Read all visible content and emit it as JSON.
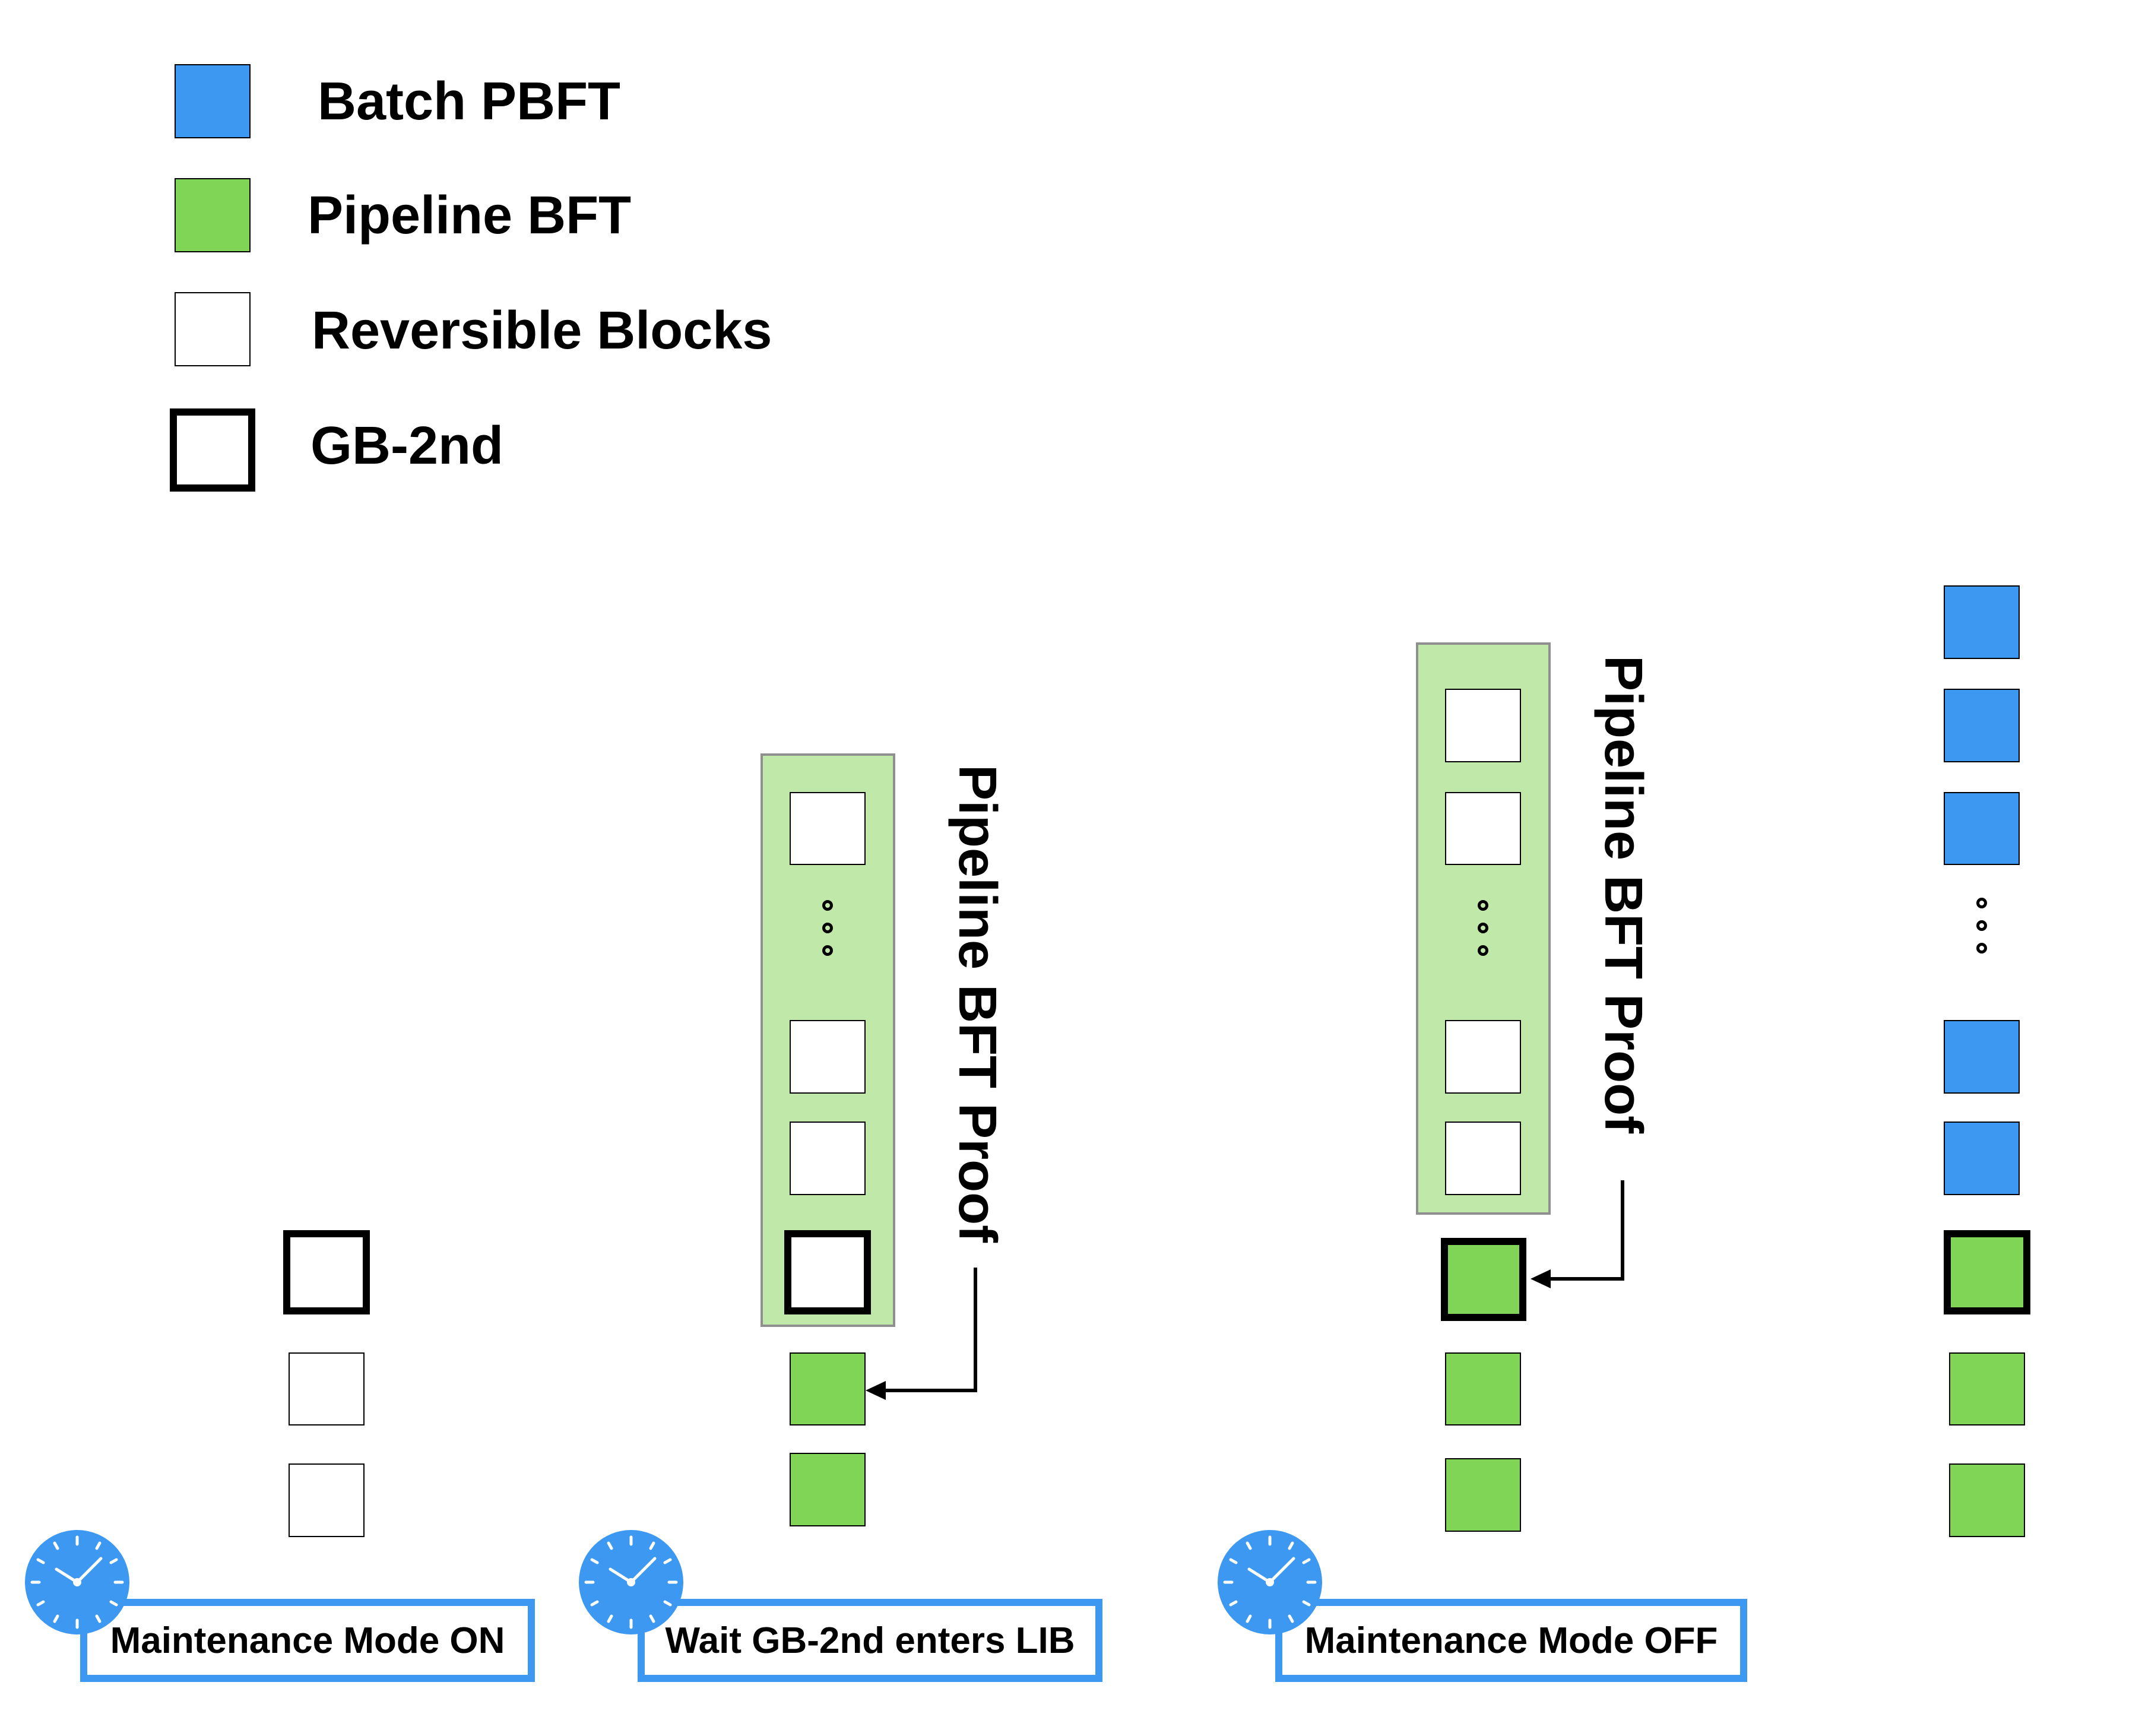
{
  "legend": [
    {
      "label": "Batch PBFT",
      "color": "#3d98f1",
      "kind": "blue"
    },
    {
      "label": "Pipeline BFT",
      "color": "#81d556",
      "kind": "green"
    },
    {
      "label": "Reversible Blocks",
      "color": "#ffffff",
      "kind": "white"
    },
    {
      "label": "GB-2nd",
      "color": "#ffffff",
      "kind": "gb-2nd"
    }
  ],
  "proof_label": "Pipeline BFT Proof",
  "steps": [
    {
      "label": "Maintenance Mode ON",
      "icon": "clock-icon"
    },
    {
      "label": "Wait GB-2nd enters LIB",
      "icon": "clock-icon"
    },
    {
      "label": "Maintenance Mode OFF",
      "icon": "clock-icon"
    }
  ],
  "ellipsis": "...",
  "colors": {
    "batch_pbft": "#3d98f1",
    "pipeline_bft": "#81d556",
    "proof_region": "#c0e9a9",
    "step_border": "#3d98f1"
  }
}
